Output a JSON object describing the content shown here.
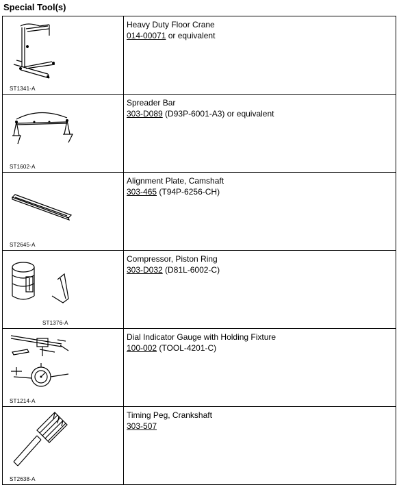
{
  "page": {
    "title": "Special Tool(s)"
  },
  "tools": [
    {
      "figure_code": "ST1341-A",
      "name": "Heavy Duty Floor Crane",
      "part_number": "014-00071",
      "suffix": " or equivalent",
      "icon": "floor-crane-icon"
    },
    {
      "figure_code": "ST1602-A",
      "name": "Spreader Bar",
      "part_number": "303-D089",
      "suffix": " (D93P-6001-A3) or equivalent",
      "icon": "spreader-bar-icon"
    },
    {
      "figure_code": "ST2645-A",
      "name": "Alignment Plate, Camshaft",
      "part_number": "303-465",
      "suffix": " (T94P-6256-CH)",
      "icon": "alignment-plate-icon"
    },
    {
      "figure_code": "ST1376-A",
      "name": "Compressor, Piston Ring",
      "part_number": "303-D032",
      "suffix": " (D81L-6002-C)",
      "icon": "piston-ring-compressor-icon"
    },
    {
      "figure_code": "ST1214-A",
      "name": "Dial Indicator Gauge with Holding Fixture",
      "part_number": "100-002",
      "suffix": " (TOOL-4201-C)",
      "icon": "dial-indicator-icon"
    },
    {
      "figure_code": "ST2638-A",
      "name": "Timing Peg, Crankshaft",
      "part_number": "303-507",
      "suffix": "",
      "icon": "timing-peg-icon"
    }
  ]
}
